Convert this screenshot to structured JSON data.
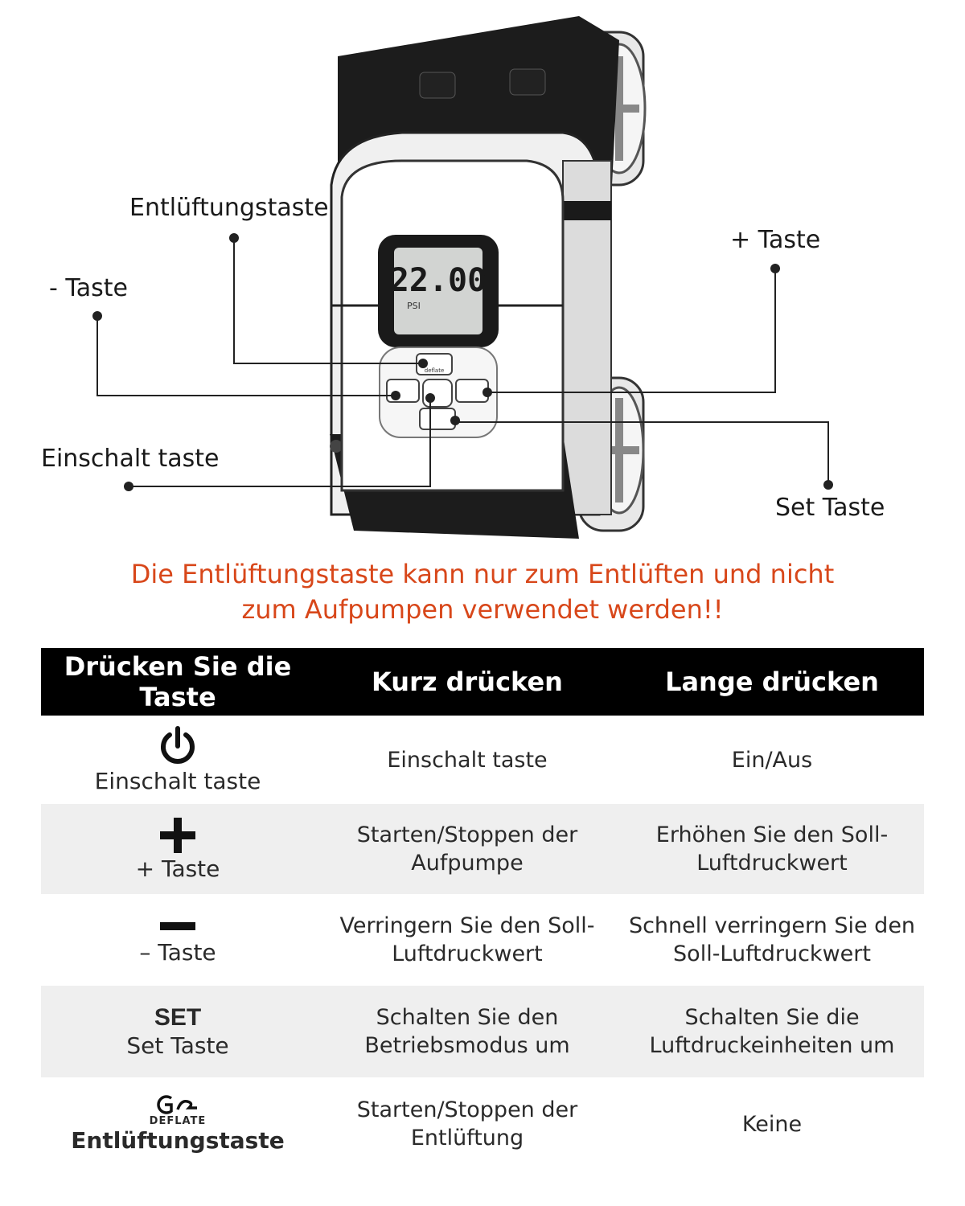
{
  "callouts": {
    "deflate": "Entlüftungstaste",
    "plus": "+ Taste",
    "minus": "- Taste",
    "power": "Einschalt taste",
    "set": "Set Taste"
  },
  "device": {
    "display_value": "22.00",
    "display_unit": "PSI",
    "deflate_key_text": "deflate"
  },
  "warning": {
    "line1": "Die Entlüftungstaste kann nur zum Entlüften und nicht",
    "line2": "zum Aufpumpen verwendet werden!!"
  },
  "colors": {
    "warning": "#d8471a",
    "header_bg": "#000000",
    "alt_row": "#efefef"
  },
  "table": {
    "headers": [
      "Drücken Sie die Taste",
      "Kurz drücken",
      "Lange drücken"
    ],
    "rows": [
      {
        "icon": "power-icon",
        "label": "Einschalt taste",
        "short": "Einschalt taste",
        "long": "Ein/Aus"
      },
      {
        "icon": "plus-icon",
        "label": "+ Taste",
        "short": "Starten/Stoppen der Aufpumpe",
        "long": "Erhöhen Sie den Soll-Luftdruckwert"
      },
      {
        "icon": "minus-icon",
        "label": "– Taste",
        "short": "Verringern Sie den Soll-Luftdruckwert",
        "long": "Schnell verringern Sie den Soll-Luftdruckwert"
      },
      {
        "icon": "set-text-icon",
        "symbol": "SET",
        "label": "Set Taste",
        "short": "Schalten Sie den Betriebsmodus um",
        "long": "Schalten Sie die Luftdruckeinheiten um"
      },
      {
        "icon": "deflate-icon",
        "symbol": "DEFLATE",
        "label": "Entlüftungstaste",
        "short": "Starten/Stoppen der Entlüftung",
        "long": "Keine"
      }
    ]
  }
}
